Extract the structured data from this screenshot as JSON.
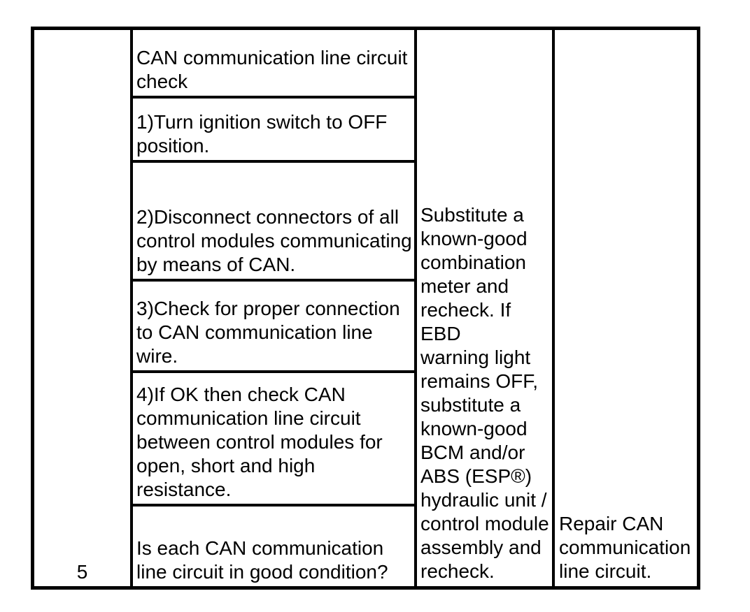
{
  "diagnostic_table": {
    "step_number": "5",
    "action_cells": [
      [
        "CAN communication line circuit",
        "check"
      ],
      [
        "1)Turn ignition switch to OFF",
        "position."
      ],
      [
        "2)Disconnect connectors of all",
        "control modules communicating",
        "by means of CAN."
      ],
      [
        "3)Check for proper connection",
        "to CAN communication line",
        "wire."
      ],
      [
        "4)If OK then check CAN",
        "communication line circuit",
        "between control modules for",
        "open, short and high resistance."
      ],
      [
        "Is each CAN communication",
        "line circuit in good condition?"
      ]
    ],
    "yes_result": [
      "Substitute a",
      "known-good",
      "combination",
      "meter and",
      "recheck. If EBD",
      "warning light",
      "remains OFF,",
      "substitute a",
      "known-good",
      "BCM and/or",
      "ABS (ESP®)",
      "hydraulic unit /",
      "control module",
      "assembly and",
      "recheck."
    ],
    "no_result": [
      "Repair CAN",
      "communication",
      "line circuit."
    ],
    "text_color": "#000000",
    "background_color": "#ffffff"
  }
}
